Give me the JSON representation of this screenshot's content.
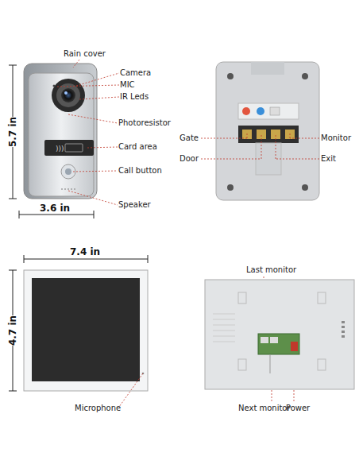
{
  "diagram": {
    "labels": [
      "Rain cover",
      "Camera",
      "MIC",
      "IR Leds",
      "Photoresistor",
      "Card area",
      "Call button",
      "Speaker",
      "5.7 in",
      "3.6 in",
      "Gate",
      "Door",
      "Monitor",
      "Exit",
      "7.4 in",
      "4.7 in",
      "Microphone",
      "Last monitor",
      "Next monitor",
      "Power"
    ]
  }
}
